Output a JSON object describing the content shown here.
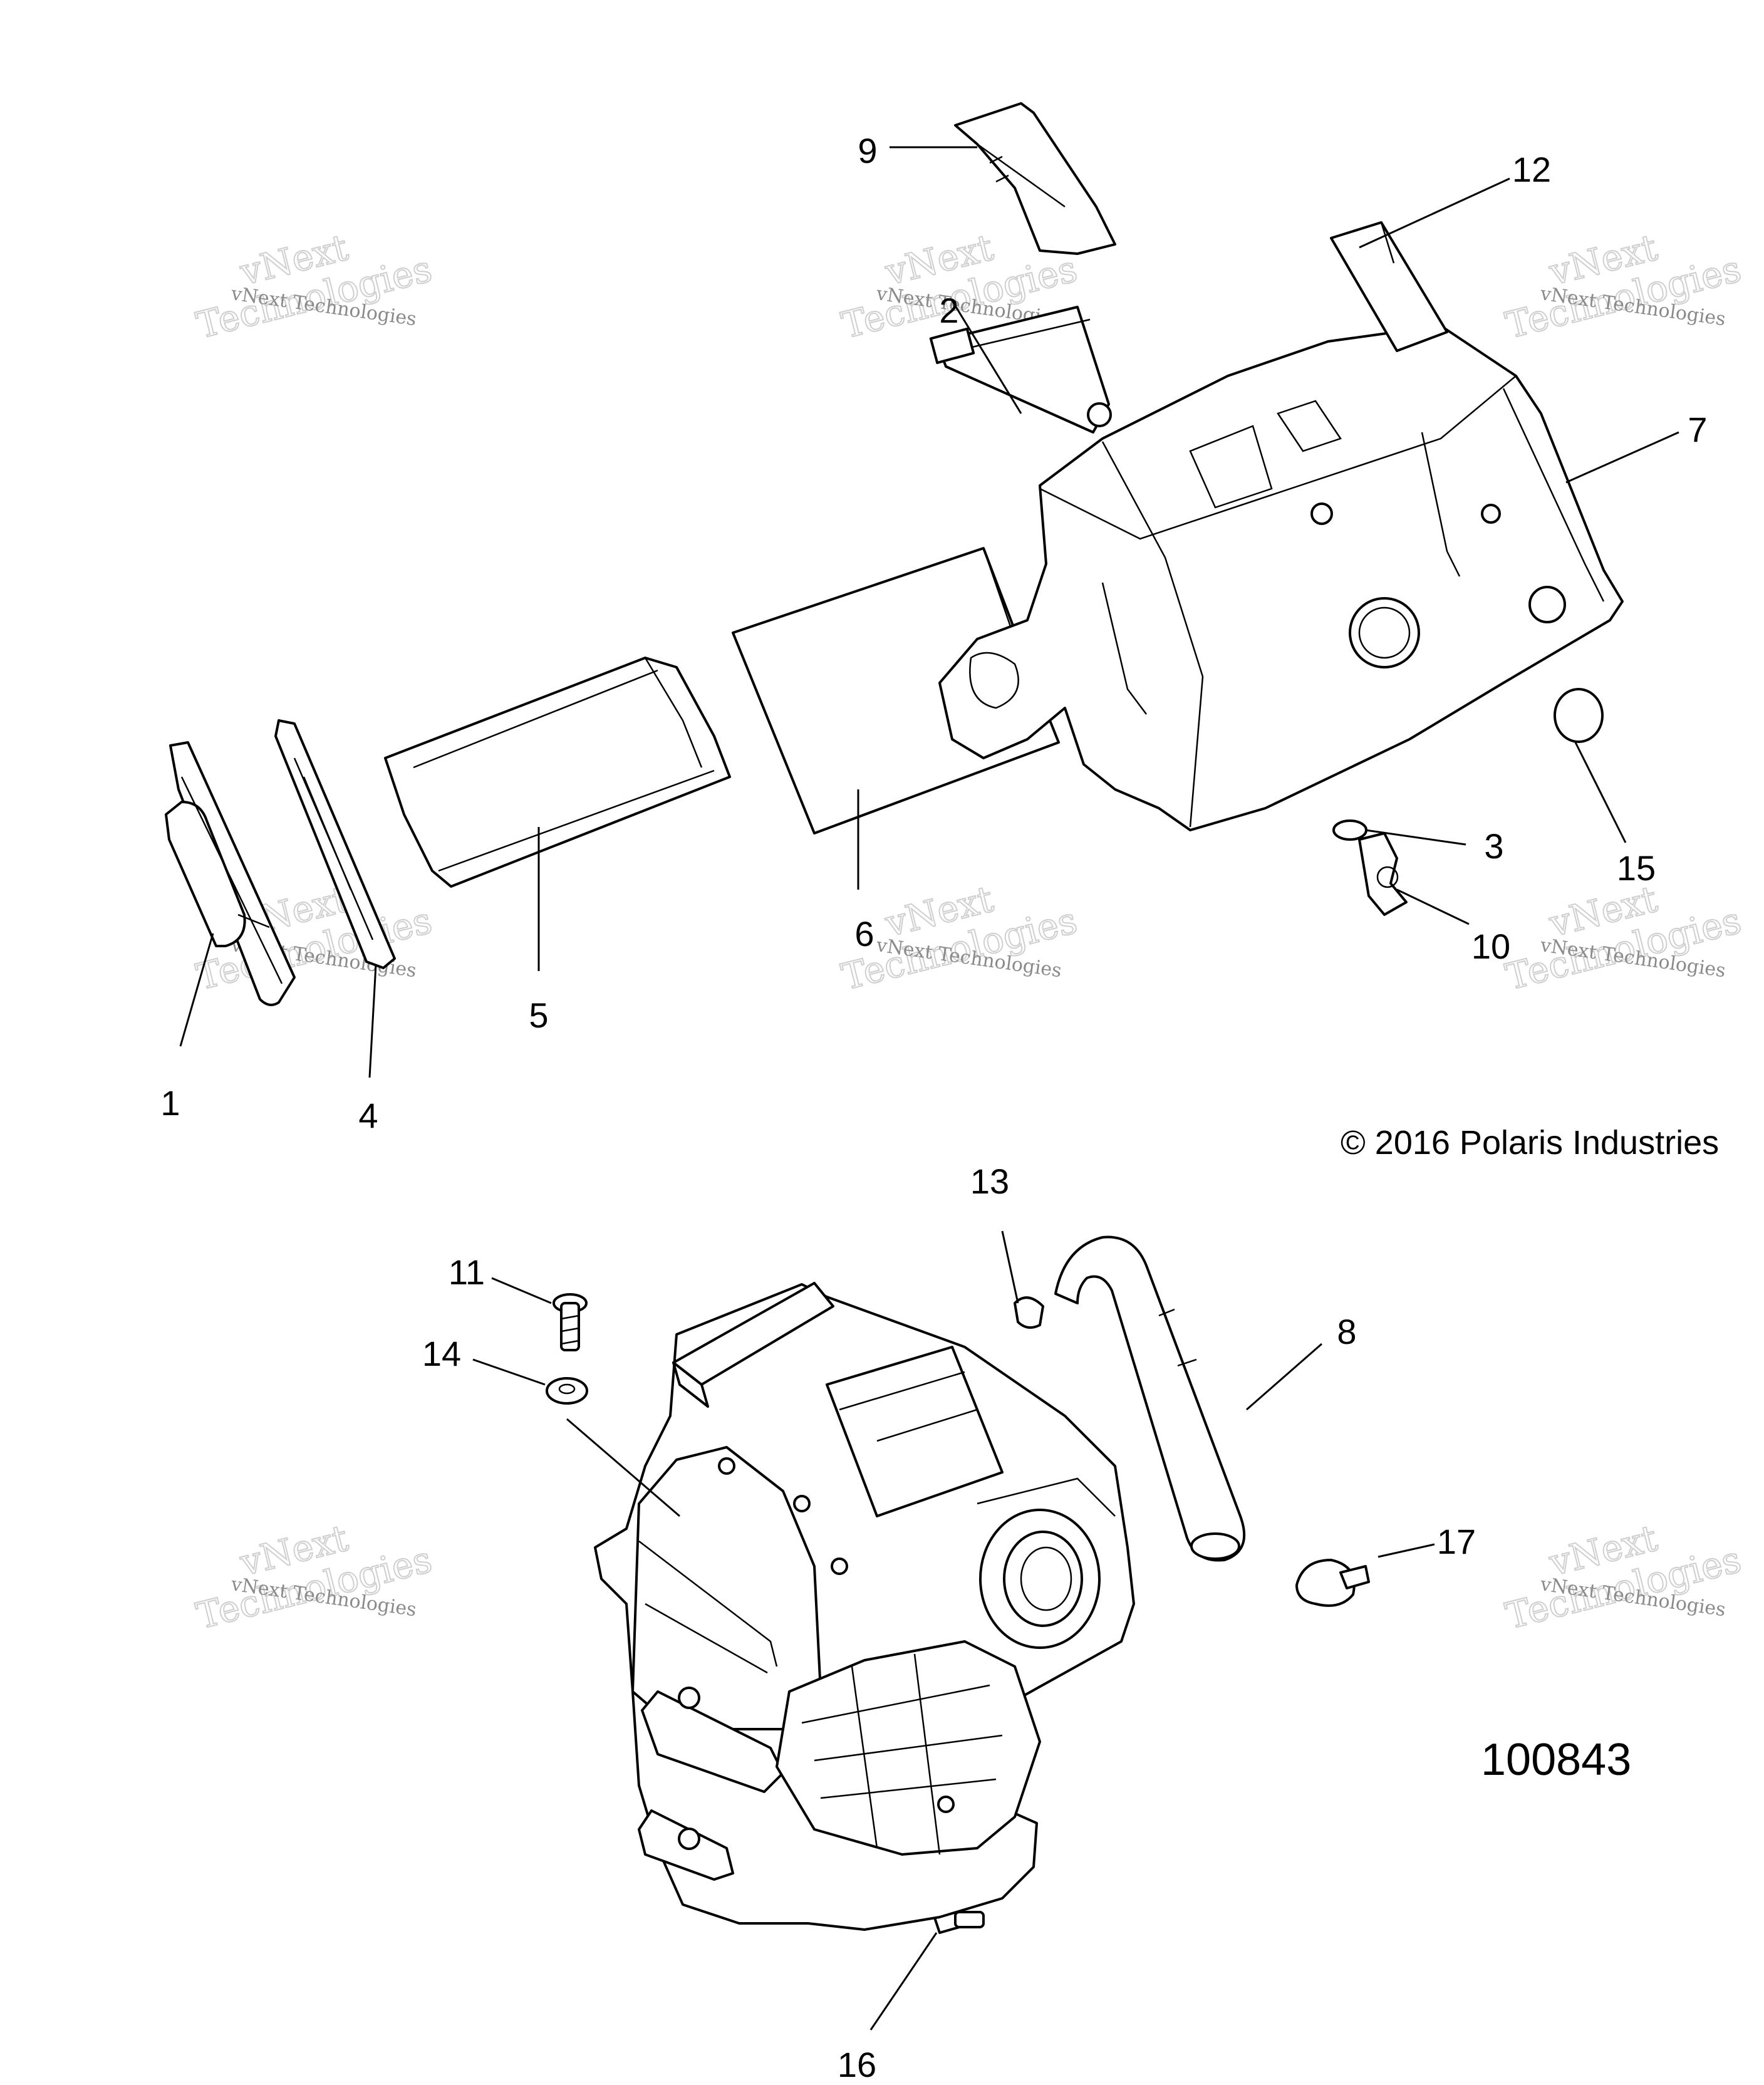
{
  "callouts": {
    "c1": "1",
    "c2": "2",
    "c3": "3",
    "c4": "4",
    "c5": "5",
    "c6": "6",
    "c7": "7",
    "c8": "8",
    "c9": "9",
    "c10": "10",
    "c11": "11",
    "c12": "12",
    "c13": "13",
    "c14": "14",
    "c15": "15",
    "c16": "16",
    "c17": "17"
  },
  "watermark": {
    "line1": "vNext",
    "line2": "Technologies",
    "small": "vNext Technologies"
  },
  "copyright": "© 2016 Polaris Industries",
  "diagram_id": "100843"
}
